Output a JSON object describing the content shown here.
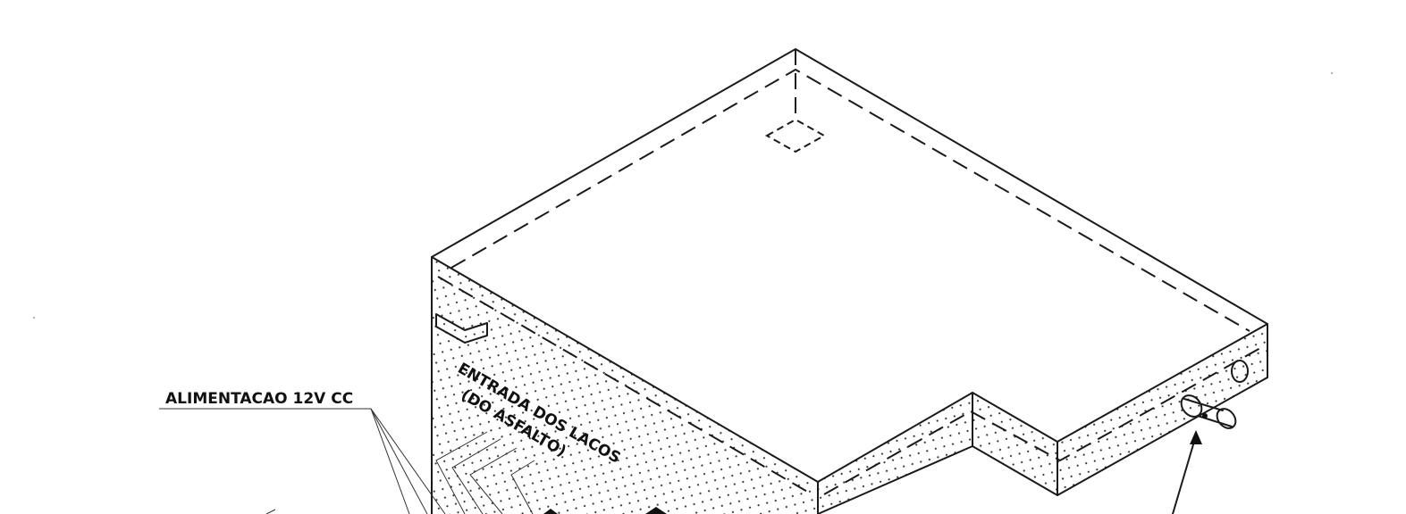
{
  "labels": {
    "power": "ALIMENTACAO 12V CC",
    "loops_line1": "ENTRADA DOS LACOS",
    "loops_line2": "(DO ASFALTO)"
  }
}
